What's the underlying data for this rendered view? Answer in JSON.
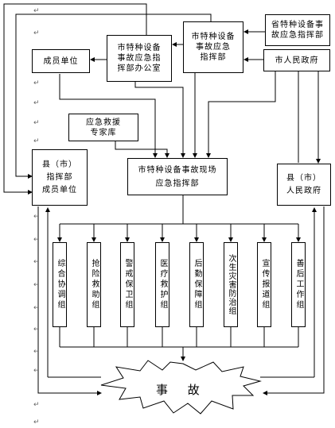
{
  "nodes": {
    "province_hq": "省特种设备事\n故应急指挥部",
    "city_hq": "市特种设备\n事故应急\n指挥部",
    "city_office": "市特种设备\n事故应急指\n挥部办公室",
    "member_units": "成员单位",
    "city_gov": "市人民政府",
    "expert_pool": "应急救援\n专家库",
    "county_hq_members": "县（市）\n指挥部\n成员单位",
    "site_hq": "市特种设备事故现场\n应急指挥部",
    "county_gov": "县（市）\n人民政府",
    "accident": "事 故"
  },
  "groups": [
    "综合协调组",
    "抢险救助组",
    "警戒保卫组",
    "医疗救护组",
    "后勤保障组",
    "次生灾害防治组",
    "宣传报道组",
    "善后工作组"
  ],
  "paragraph_mark": "↵"
}
